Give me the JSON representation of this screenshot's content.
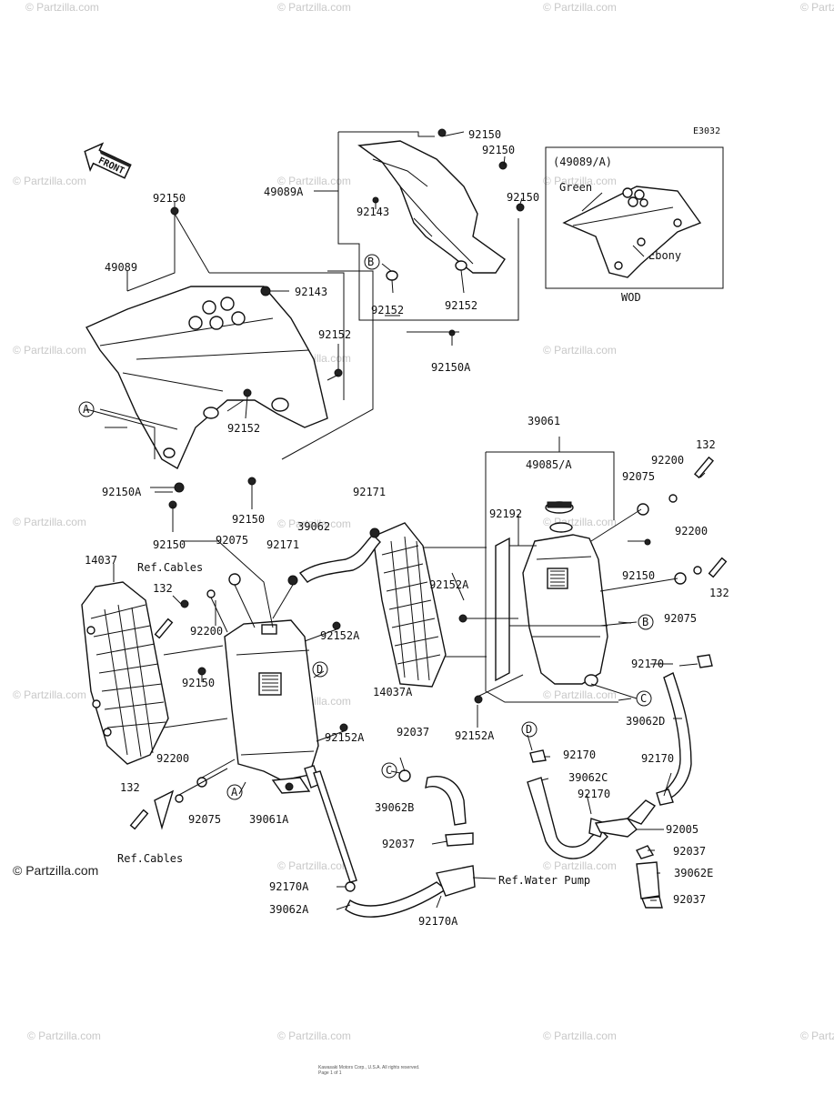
{
  "diagram": {
    "code": "E3032",
    "front_label": "FRONT",
    "brand": "© Partzilla.com",
    "watermark": "© Partzilla.com",
    "footer_line1": "Kawasaki Motors Corp., U.S.A. All rights reserved.",
    "footer_line2": "Page 1 of 1",
    "inset": {
      "title": "(49089/A)",
      "color1": "Green",
      "color2": "Ebony",
      "caption": "WOD"
    },
    "labels": [
      {
        "id": "l1",
        "text": "92150"
      },
      {
        "id": "l2",
        "text": "92150"
      },
      {
        "id": "l3",
        "text": "49089A"
      },
      {
        "id": "l4",
        "text": "92150"
      },
      {
        "id": "l5",
        "text": "92150"
      },
      {
        "id": "l6",
        "text": "92143"
      },
      {
        "id": "l7",
        "text": "B"
      },
      {
        "id": "l8",
        "text": "92152"
      },
      {
        "id": "l9",
        "text": "92152"
      },
      {
        "id": "l10",
        "text": "92150A"
      },
      {
        "id": "l11",
        "text": "49089"
      },
      {
        "id": "l12",
        "text": "92143"
      },
      {
        "id": "l13",
        "text": "92152"
      },
      {
        "id": "l14",
        "text": "A"
      },
      {
        "id": "l15",
        "text": "92152"
      },
      {
        "id": "l16",
        "text": "92150A"
      },
      {
        "id": "l17",
        "text": "92150"
      },
      {
        "id": "l18",
        "text": "92150"
      },
      {
        "id": "l19",
        "text": "39061"
      },
      {
        "id": "l20",
        "text": "49085/A"
      },
      {
        "id": "l21",
        "text": "92200"
      },
      {
        "id": "l22",
        "text": "132"
      },
      {
        "id": "l23",
        "text": "92075"
      },
      {
        "id": "l24",
        "text": "92192"
      },
      {
        "id": "l25",
        "text": "92150"
      },
      {
        "id": "l26",
        "text": "92200"
      },
      {
        "id": "l27",
        "text": "132"
      },
      {
        "id": "l28",
        "text": "92075"
      },
      {
        "id": "l29",
        "text": "B"
      },
      {
        "id": "l30",
        "text": "92171"
      },
      {
        "id": "l31",
        "text": "39062"
      },
      {
        "id": "l32",
        "text": "92075"
      },
      {
        "id": "l33",
        "text": "92171"
      },
      {
        "id": "l34",
        "text": "14037"
      },
      {
        "id": "l35",
        "text": "Ref.Cables"
      },
      {
        "id": "l36",
        "text": "132"
      },
      {
        "id": "l37",
        "text": "92200"
      },
      {
        "id": "l38",
        "text": "92152A"
      },
      {
        "id": "l39",
        "text": "D"
      },
      {
        "id": "l40",
        "text": "92150"
      },
      {
        "id": "l41",
        "text": "92152A"
      },
      {
        "id": "l42",
        "text": "92152A"
      },
      {
        "id": "l43",
        "text": "14037A"
      },
      {
        "id": "l44",
        "text": "92170"
      },
      {
        "id": "l45",
        "text": "C"
      },
      {
        "id": "l46",
        "text": "92152A"
      },
      {
        "id": "l47",
        "text": "39062D"
      },
      {
        "id": "l48",
        "text": "92037"
      },
      {
        "id": "l49",
        "text": "D"
      },
      {
        "id": "l50",
        "text": "92170"
      },
      {
        "id": "l51",
        "text": "92170"
      },
      {
        "id": "l52",
        "text": "92200"
      },
      {
        "id": "l53",
        "text": "C"
      },
      {
        "id": "l54",
        "text": "39062C"
      },
      {
        "id": "l55",
        "text": "132"
      },
      {
        "id": "l56",
        "text": "A"
      },
      {
        "id": "l57",
        "text": "92170"
      },
      {
        "id": "l58",
        "text": "92075"
      },
      {
        "id": "l59",
        "text": "39061A"
      },
      {
        "id": "l60",
        "text": "39062B"
      },
      {
        "id": "l61",
        "text": "92005"
      },
      {
        "id": "l62",
        "text": "Ref.Cables"
      },
      {
        "id": "l63",
        "text": "92037"
      },
      {
        "id": "l64",
        "text": "92037"
      },
      {
        "id": "l65",
        "text": "Ref.Water Pump"
      },
      {
        "id": "l66",
        "text": "39062E"
      },
      {
        "id": "l67",
        "text": "92170A"
      },
      {
        "id": "l68",
        "text": "92037"
      },
      {
        "id": "l69",
        "text": "39062A"
      },
      {
        "id": "l70",
        "text": "92170A"
      }
    ]
  }
}
